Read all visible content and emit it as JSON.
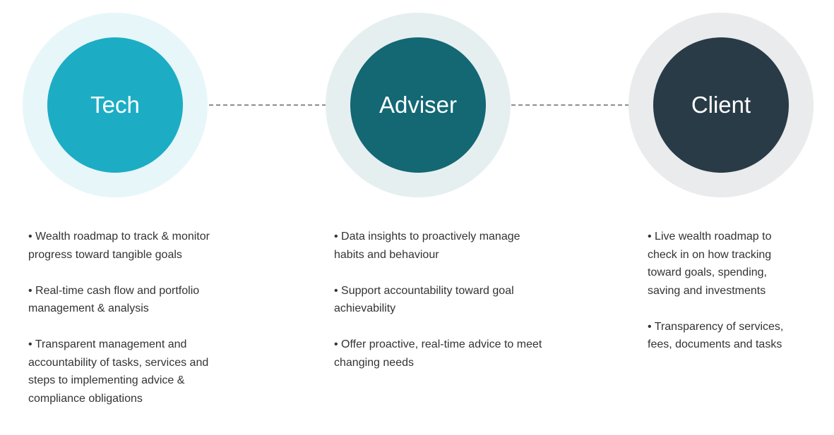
{
  "nodes": [
    {
      "label": "Tech",
      "inner_color": "#1cadc5",
      "outer_color": "#e7f6f9",
      "bullets": [
        [
          "• Wealth roadmap to track & monitor",
          "progress toward tangible goals"
        ],
        [
          "• Real-time cash flow and portfolio",
          "management & analysis"
        ],
        [
          "• Transparent management and",
          "accountability of tasks, services and",
          "steps to implementing advice &",
          "compliance obligations"
        ]
      ]
    },
    {
      "label": "Adviser",
      "inner_color": "#136874",
      "outer_color": "#e6eff0",
      "bullets": [
        [
          "• Data insights to proactively manage",
          "habits and behaviour"
        ],
        [
          "• Support accountability toward goal",
          "achievability"
        ],
        [
          "• Offer proactive, real-time advice to meet",
          "changing needs"
        ]
      ]
    },
    {
      "label": "Client",
      "inner_color": "#293b47",
      "outer_color": "#eaebec",
      "bullets": [
        [
          "• Live wealth roadmap to",
          "check in on how tracking",
          "toward goals, spending,",
          "saving and investments"
        ],
        [
          "• Transparency of services,",
          "fees, documents and tasks"
        ]
      ]
    }
  ]
}
